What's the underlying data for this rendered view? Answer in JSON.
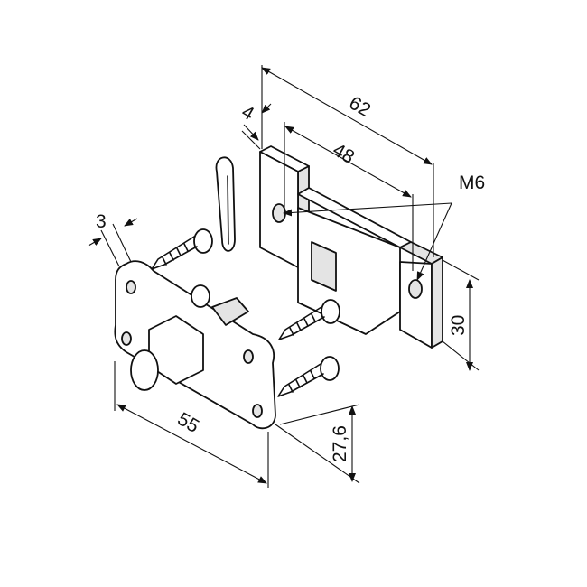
{
  "dimensions": {
    "overall_width": "62",
    "plate_thickness_bracket": "4",
    "hole_spacing": "48",
    "thread": "M6",
    "plate_thickness_base": "3",
    "bracket_height": "30",
    "base_width": "55",
    "base_height": "27,6"
  },
  "colors": {
    "line": "#111111",
    "fill": "#ffffff",
    "shade": "#e4e4e4"
  }
}
